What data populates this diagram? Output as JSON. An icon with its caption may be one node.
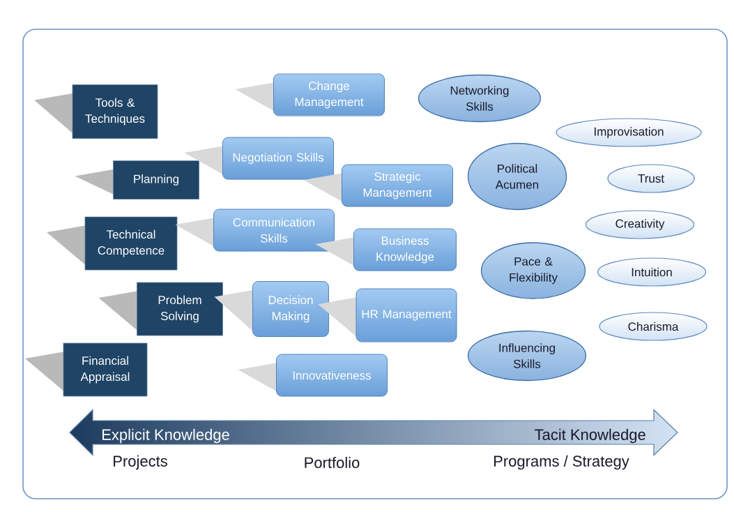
{
  "diagram": {
    "nodes": [
      {
        "text": [
          "Tools & Techniques"
        ]
      },
      {
        "text": [
          "Planning"
        ]
      },
      {
        "text": [
          "Technical Competence"
        ]
      },
      {
        "text": [
          "Problem Solving"
        ]
      },
      {
        "text": [
          "Financial Appraisal"
        ]
      },
      {
        "text": [
          "Change Management"
        ]
      },
      {
        "text": [
          "Negotiation Skills"
        ]
      },
      {
        "text": [
          "Strategic Management"
        ]
      },
      {
        "text": [
          "Communication Skills"
        ]
      },
      {
        "text": [
          "Business Knowledge"
        ]
      },
      {
        "text": [
          "Decision Making"
        ]
      },
      {
        "text": [
          "HR Management"
        ]
      },
      {
        "text": [
          "Innovativeness"
        ]
      },
      {
        "text": [
          "Networking Skills"
        ]
      },
      {
        "text": [
          "Political Acumen"
        ]
      },
      {
        "text": [
          "Pace & Flexibility"
        ]
      },
      {
        "text": [
          "Influencing Skills"
        ]
      },
      {
        "text": [
          "Improvisation"
        ]
      },
      {
        "text": [
          "Trust"
        ]
      },
      {
        "text": [
          "Creativity"
        ]
      },
      {
        "text": [
          "Intuition"
        ]
      },
      {
        "text": [
          "Charisma"
        ]
      },
      {
        "text": [
          "Explicit Knowledge",
          "Tacit Knowledge"
        ]
      }
    ],
    "labels": [
      "Projects",
      "Portfolio",
      "Programs / Strategy"
    ]
  }
}
